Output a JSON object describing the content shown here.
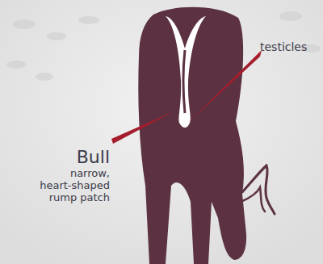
{
  "diagram": {
    "labels": [
      "Bull",
      "narrow, heart-shaped rump patch",
      "testicles"
    ]
  }
}
